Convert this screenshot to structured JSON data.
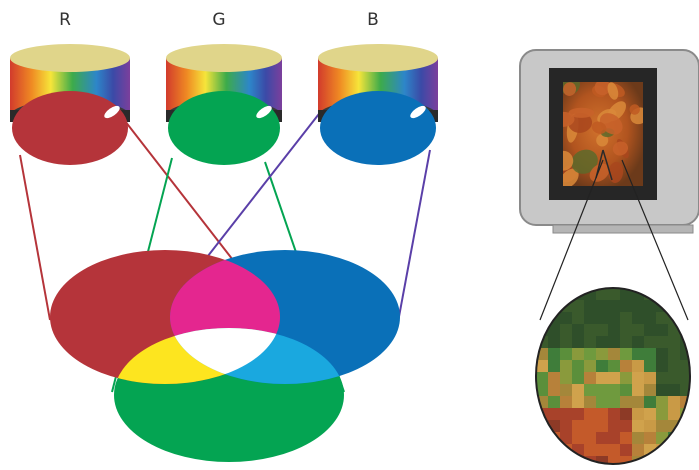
{
  "labels": {
    "red": "R",
    "green": "G",
    "blue": "B"
  },
  "colors": {
    "red": "#b5343a",
    "green": "#04a452",
    "blue": "#0a70b8",
    "magenta": "#e4268f",
    "yellow": "#fde51f",
    "cyan": "#1aa8df",
    "white": "#ffffff",
    "monitor_body": "#c8c8c8",
    "screen_frame": "#262626"
  }
}
